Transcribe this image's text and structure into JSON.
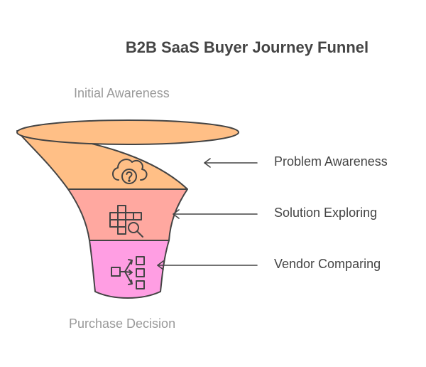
{
  "title": "B2B SaaS Buyer Journey Funnel",
  "top_label": "Initial Awareness",
  "bottom_label": "Purchase Decision",
  "stages": [
    {
      "label": "Problem Awareness",
      "color": "#FFBF86",
      "icon": "cloud-question-icon"
    },
    {
      "label": "Solution Exploring",
      "color": "#FFA8A0",
      "icon": "puzzle-search-icon"
    },
    {
      "label": "Vendor Comparing",
      "color": "#FF9EE3",
      "icon": "branch-options-icon"
    }
  ],
  "colors": {
    "stroke": "#444444",
    "title": "#444444",
    "muted": "#999999"
  }
}
